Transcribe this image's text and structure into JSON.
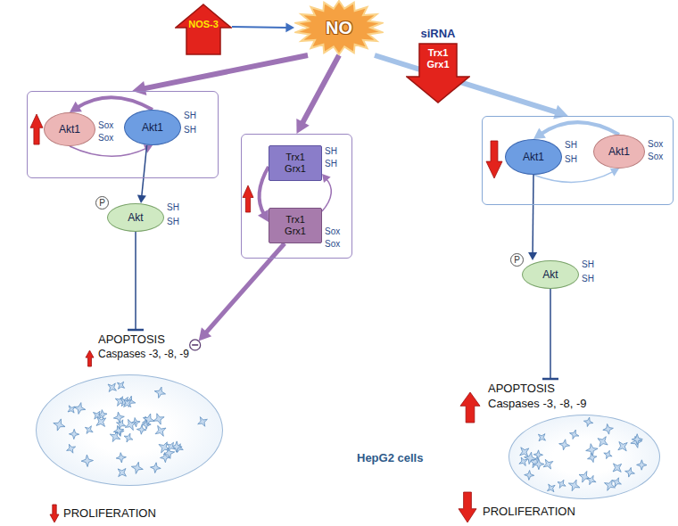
{
  "diagram": {
    "nodes": [
      {
        "text": [
          "NOS-3"
        ]
      },
      {
        "text": [
          "NO"
        ]
      },
      {
        "text": [
          "siRNA",
          "Trx1 Grx1"
        ]
      },
      {
        "text": []
      },
      {
        "text": [
          "Akt1",
          "Sox",
          "Sox"
        ],
        "in": 3
      },
      {
        "text": [
          "Akt1",
          "SH",
          "SH"
        ],
        "in": 3
      },
      {
        "text": [
          "P",
          "Akt",
          "SH",
          "SH"
        ]
      },
      {
        "text": []
      },
      {
        "text": [
          "Trx1 Grx1",
          "SH",
          "SH"
        ],
        "in": 7
      },
      {
        "text": [
          "Trx1 Grx1",
          "Sox",
          "Sox"
        ],
        "in": 7
      },
      {
        "text": []
      },
      {
        "text": [
          "Akt1",
          "SH",
          "SH"
        ],
        "in": 10
      },
      {
        "text": [
          "Akt1",
          "Sox",
          "Sox"
        ],
        "in": 10
      },
      {
        "text": [
          "P",
          "Akt",
          "SH",
          "SH"
        ]
      },
      {
        "text": [
          "APOPTOSIS",
          "Caspases -3, -8, -9"
        ]
      },
      {
        "text": [
          "PROLIFERATION"
        ]
      },
      {
        "text": [
          "APOPTOSIS",
          "Caspases -3, -8, -9"
        ]
      },
      {
        "text": [
          "PROLIFERATION"
        ]
      }
    ],
    "edges": [
      {
        "from": 0,
        "to": 1,
        "arrow": "to"
      },
      {
        "from": 1,
        "to": 3,
        "arrow": "to"
      },
      {
        "from": 1,
        "to": 7,
        "arrow": "to"
      },
      {
        "from": 1,
        "to": 10,
        "arrow": "to"
      },
      {
        "from": 5,
        "to": 4,
        "arrow": "to"
      },
      {
        "from": 4,
        "to": 5,
        "arrow": "to"
      },
      {
        "from": 5,
        "to": 6,
        "arrow": "to"
      },
      {
        "from": 6,
        "to": 14,
        "arrow": "to"
      },
      {
        "from": 8,
        "to": 9,
        "arrow": "to"
      },
      {
        "from": 9,
        "to": 8,
        "arrow": "to"
      },
      {
        "from": 9,
        "to": 14,
        "arrow": "to"
      },
      {
        "from": 12,
        "to": 11,
        "arrow": "to"
      },
      {
        "from": 11,
        "to": 12,
        "arrow": "to"
      },
      {
        "from": 11,
        "to": 13,
        "arrow": "to"
      },
      {
        "from": 13,
        "to": 16,
        "arrow": "to"
      }
    ],
    "labels": [
      "HepG2 cells"
    ]
  }
}
